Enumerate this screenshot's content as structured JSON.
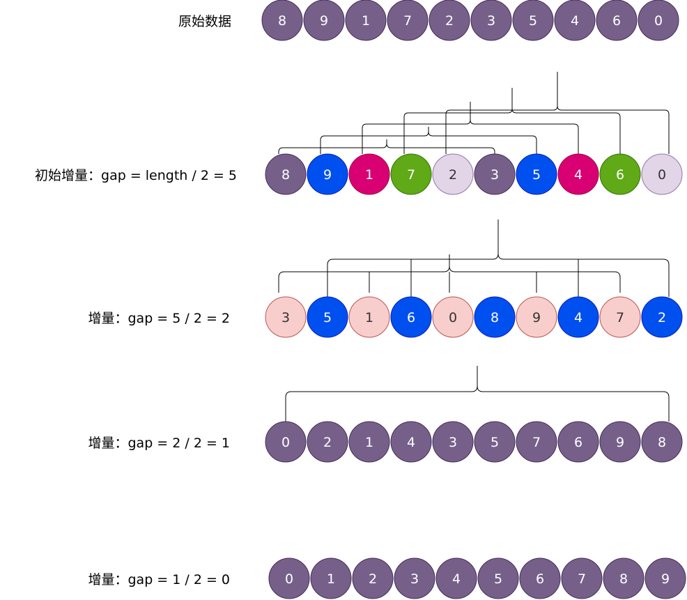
{
  "title": "",
  "rows": [
    {
      "label": "原始数据",
      "values": [
        8,
        9,
        1,
        7,
        2,
        3,
        5,
        4,
        6,
        0
      ],
      "colors": [
        "purple",
        "purple",
        "purple",
        "purple",
        "purple",
        "purple",
        "purple",
        "purple",
        "purple",
        "purple"
      ]
    },
    {
      "label": "初始增量：gap = length / 2 = 5",
      "values": [
        8,
        9,
        1,
        7,
        2,
        3,
        5,
        4,
        6,
        0
      ],
      "colors": [
        "purple",
        "blue",
        "magenta",
        "green",
        "lavender",
        "purple",
        "blue",
        "magenta",
        "green",
        "lavender"
      ]
    },
    {
      "label": "增量：gap = 5 / 2 = 2",
      "values": [
        3,
        5,
        1,
        6,
        0,
        8,
        9,
        4,
        7,
        2
      ],
      "colors": [
        "pink",
        "blue",
        "pink",
        "blue",
        "pink",
        "blue",
        "pink",
        "blue",
        "pink",
        "blue"
      ]
    },
    {
      "label": "增量：gap = 2 / 2 = 1",
      "values": [
        0,
        2,
        1,
        4,
        3,
        5,
        7,
        6,
        9,
        8
      ],
      "colors": [
        "purple",
        "purple",
        "purple",
        "purple",
        "purple",
        "purple",
        "purple",
        "purple",
        "purple",
        "purple"
      ]
    },
    {
      "label": "增量：gap = 1 / 2 = 0",
      "values": [
        0,
        1,
        2,
        3,
        4,
        5,
        6,
        7,
        8,
        9
      ],
      "colors": [
        "purple",
        "purple",
        "purple",
        "purple",
        "purple",
        "purple",
        "purple",
        "purple",
        "purple",
        "purple"
      ]
    }
  ],
  "palette": {
    "purple": {
      "fill": "#76608a",
      "stroke": "#432d57",
      "text": "#ffffff"
    },
    "blue": {
      "fill": "#0050ef",
      "stroke": "#001dbc",
      "text": "#ffffff"
    },
    "magenta": {
      "fill": "#d80073",
      "stroke": "#a50040",
      "text": "#ffffff"
    },
    "green": {
      "fill": "#60a917",
      "stroke": "#2d7600",
      "text": "#ffffff"
    },
    "lavender": {
      "fill": "#e1d5e7",
      "stroke": "#9673a6",
      "text": "#333333"
    },
    "pink": {
      "fill": "#f8cecc",
      "stroke": "#b85450",
      "text": "#333333"
    }
  },
  "connector_color": "#000000"
}
